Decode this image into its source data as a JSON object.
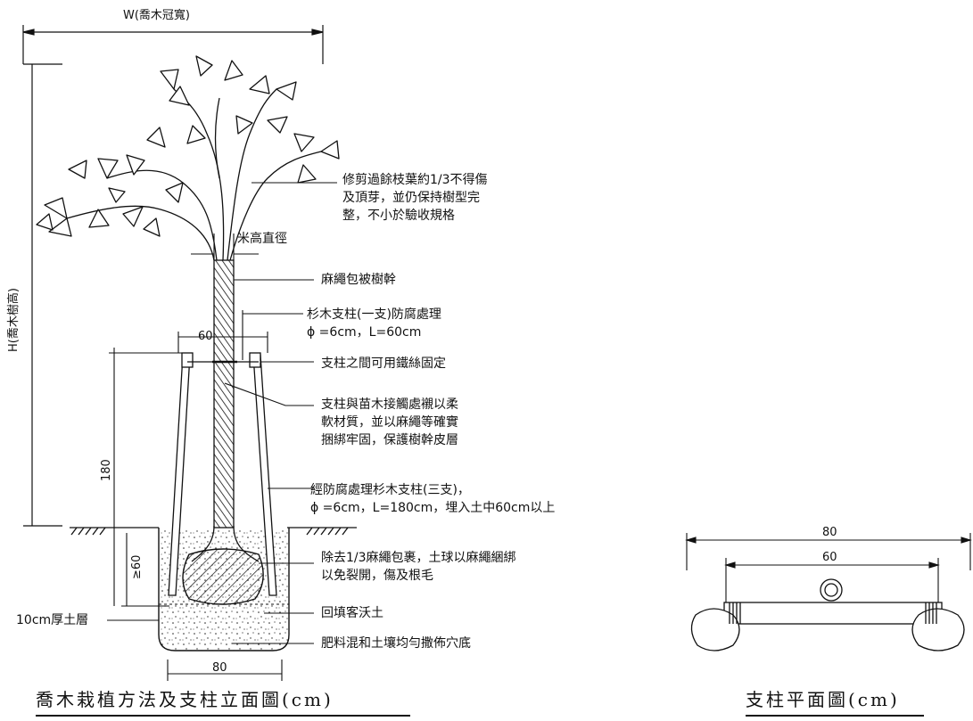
{
  "elevation": {
    "title": "喬木栽植方法及支柱立面圖(cm)",
    "crown_width_label": "W(喬木冠寬)",
    "tree_height_label": "H(喬木樹高)",
    "notes": {
      "pruning": "修剪過餘枝葉約1/3不得傷\n及頂芽，並仍保持樹型完\n整，不小於驗收規格",
      "trunk_diameter": "米高直徑",
      "burlap_wrap": "麻繩包被樹幹",
      "cedar_single": "杉木支柱(一支)防腐處理\nϕ =6cm，L=60cm",
      "wire_fix": "支柱之間可用鐵絲固定",
      "padding": "支柱與苗木接觸處襯以柔\n軟材質，並以麻繩等確實\n捆綁牢固，保護樹幹皮層",
      "cedar_three": "經防腐處理杉木支柱(三支)，\nϕ =6cm，L=180cm，埋入土中60cm以上",
      "root_ball": "除去1/3麻繩包裹，土球以麻繩綑綁\n以免裂開，傷及根毛",
      "backfill": "回填客沃土",
      "soil_layer": "10cm厚土層",
      "fertilizer": "肥料混和土壤均勻撒佈穴底"
    },
    "dims": {
      "top_span": "60",
      "stake_height": "180",
      "embed": "≥60",
      "pit_width": "80"
    }
  },
  "plan": {
    "title": "支柱平面圖(cm)",
    "dims": {
      "outer": "80",
      "inner": "60"
    }
  }
}
